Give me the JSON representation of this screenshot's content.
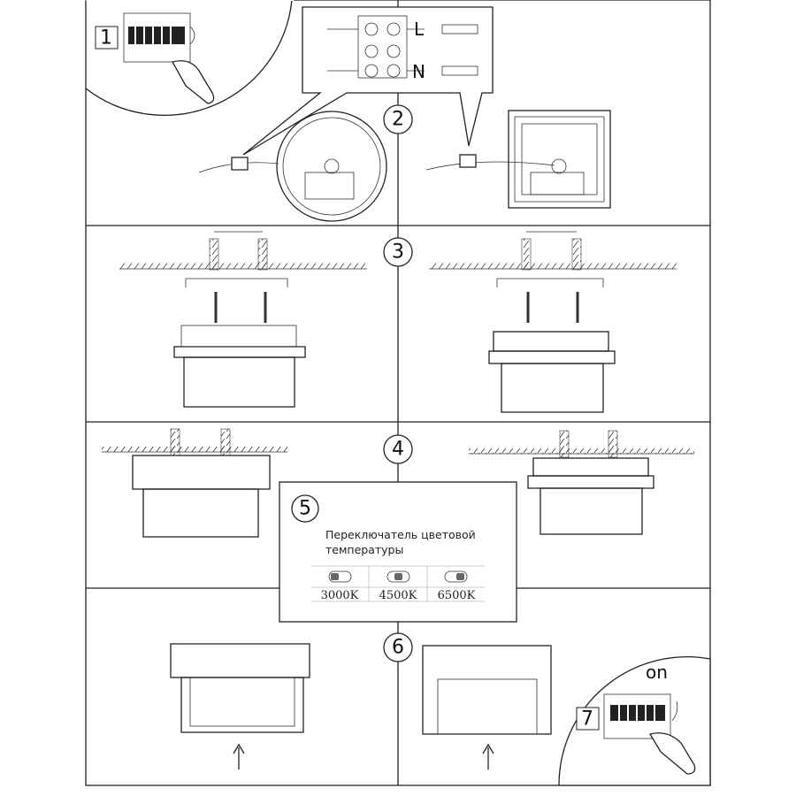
{
  "steps": {
    "s1": "1",
    "s2": "2",
    "s3": "3",
    "s4": "4",
    "s5": "5",
    "s6": "6",
    "s7": "7"
  },
  "wiring": {
    "live": "L",
    "neutral": "N"
  },
  "power_on_label": "on",
  "switch_panel": {
    "title_line1": "Переключатель цветовой",
    "title_line2": "температуры",
    "options": [
      "3000K",
      "4500K",
      "6500K"
    ]
  }
}
